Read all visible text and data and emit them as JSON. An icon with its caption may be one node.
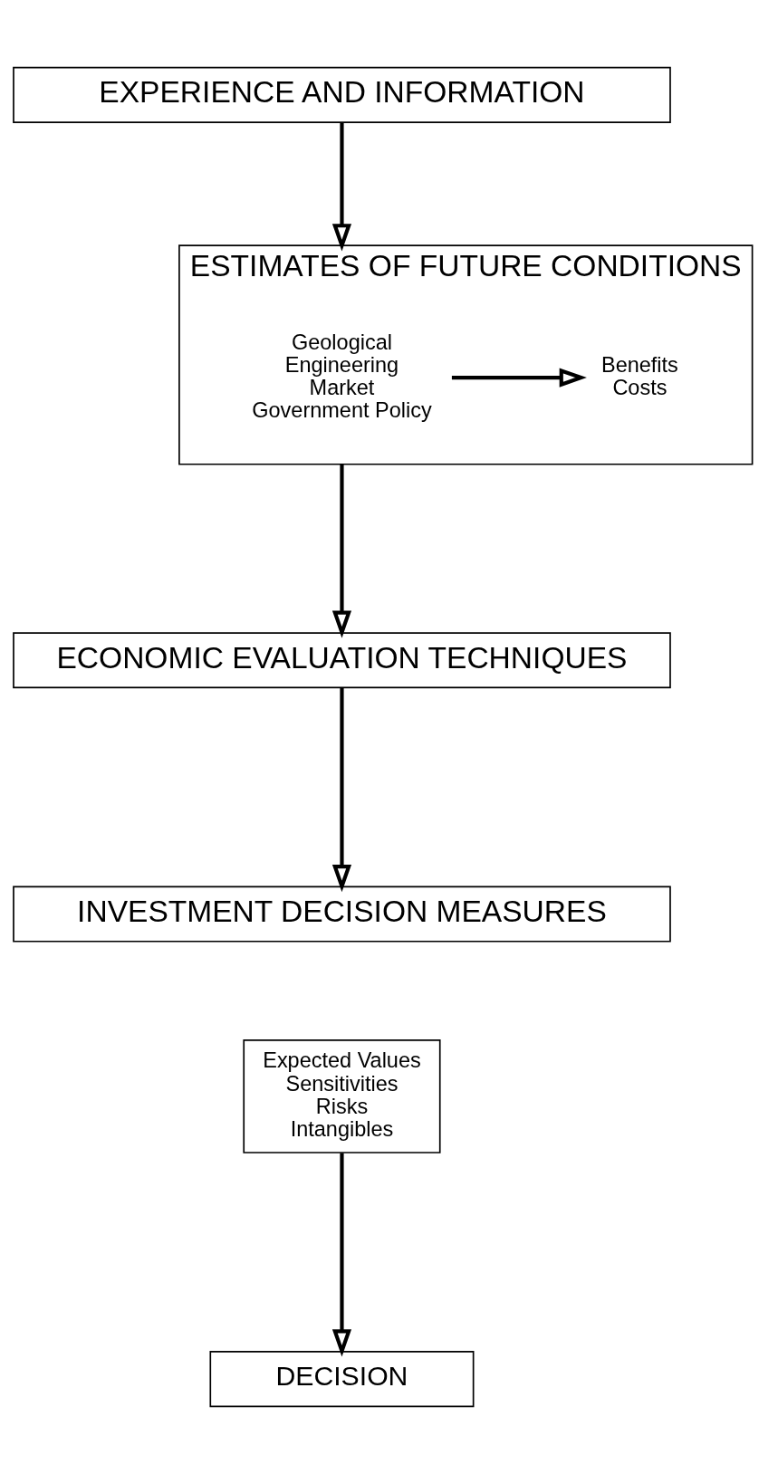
{
  "diagram": {
    "nodes": [
      {
        "text": [
          "EXPERIENCE AND INFORMATION"
        ]
      },
      {
        "text": [
          "ESTIMATES OF FUTURE CONDITIONS"
        ]
      },
      {
        "text": [
          "Geological",
          "Engineering",
          "Market",
          "Government Policy"
        ],
        "in": 1
      },
      {
        "text": [
          "Benefits",
          "Costs"
        ],
        "in": 1
      },
      {
        "text": [
          "ECONOMIC EVALUATION TECHNIQUES"
        ]
      },
      {
        "text": [
          "INVESTMENT DECISION MEASURES"
        ]
      },
      {
        "text": [
          "Expected Values",
          "Sensitivities",
          "Risks",
          "Intangibles"
        ]
      },
      {
        "text": [
          "DECISION"
        ]
      }
    ],
    "edges": [
      {
        "from": 0,
        "to": 1,
        "arrow": "to"
      },
      {
        "from": 2,
        "to": 3,
        "arrow": "to"
      },
      {
        "from": 1,
        "to": 4,
        "arrow": "to"
      },
      {
        "from": 4,
        "to": 5,
        "arrow": "to"
      },
      {
        "from": 6,
        "to": 7,
        "arrow": "to"
      }
    ]
  }
}
